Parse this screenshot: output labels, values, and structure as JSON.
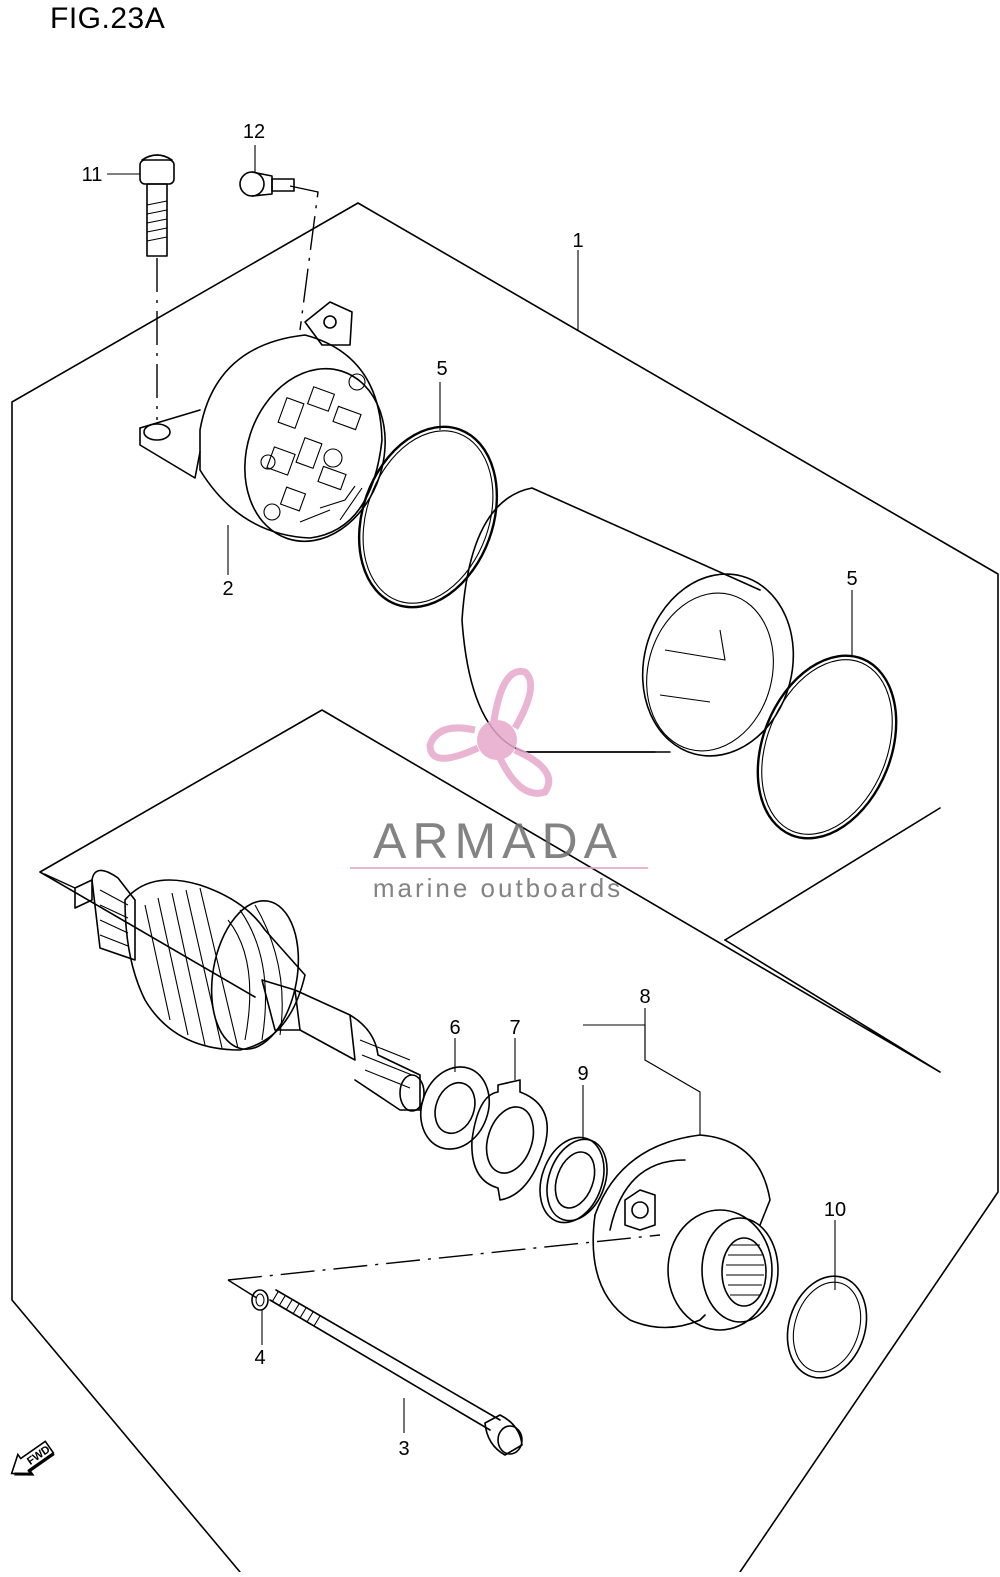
{
  "figure": {
    "title": "FIG.23A"
  },
  "callouts": [
    {
      "label": "1"
    },
    {
      "label": "2"
    },
    {
      "label": "3"
    },
    {
      "label": "4"
    },
    {
      "label": "5"
    },
    {
      "label": "5"
    },
    {
      "label": "6"
    },
    {
      "label": "7"
    },
    {
      "label": "8"
    },
    {
      "label": "9"
    },
    {
      "label": "10"
    },
    {
      "label": "11"
    },
    {
      "label": "12"
    }
  ],
  "watermark": {
    "brand": "ARMADA",
    "tagline": "marine outboards",
    "logo_icon": "propeller-icon",
    "brand_color": "#6e6e6e",
    "logo_color": "#e7a9cc"
  },
  "direction_marker": {
    "label": "FWD",
    "icon": "forward-arrow-icon"
  }
}
